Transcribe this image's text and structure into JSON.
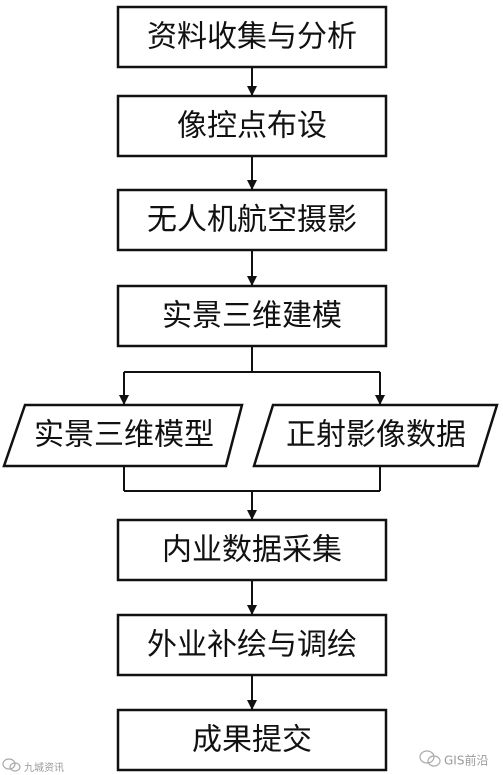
{
  "diagram": {
    "steps": [
      "资料收集与分析",
      "像控点布设",
      "无人机航空摄影",
      "实景三维建模"
    ],
    "outputs": [
      "实景三维模型",
      "正射影像数据"
    ],
    "steps_after": [
      "内业数据采集",
      "外业补绘与调绘",
      "成果提交"
    ]
  },
  "watermarks": {
    "left": "九城资讯",
    "right": "GIS前沿"
  },
  "colors": {
    "line": "#111111",
    "fill": "#ffffff"
  }
}
